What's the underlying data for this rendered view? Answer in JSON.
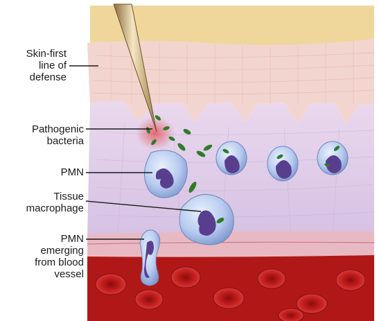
{
  "labels": {
    "skin": [
      "Skin-first",
      "line of",
      "defense"
    ],
    "bacteria": [
      "Pathogenic",
      "bacteria"
    ],
    "pmn": [
      "PMN"
    ],
    "macrophage": [
      "Tissue",
      "macrophage"
    ],
    "pmn_emerging": [
      "PMN",
      "emerging",
      "from blood",
      "vessel"
    ]
  },
  "colors": {
    "epidermis": "#f3d5cf",
    "stratum_corneum": "#efd79c",
    "dermis": "#d8c4e3",
    "cell": "#a7bfe6",
    "nucleus": "#5a3e8e",
    "bacteria": "#2f7a2a",
    "blood": "#b01818",
    "vessel_wall": "#e9b9c3",
    "inflammation": "#e3474a"
  },
  "icons": [
    "needle-icon"
  ]
}
